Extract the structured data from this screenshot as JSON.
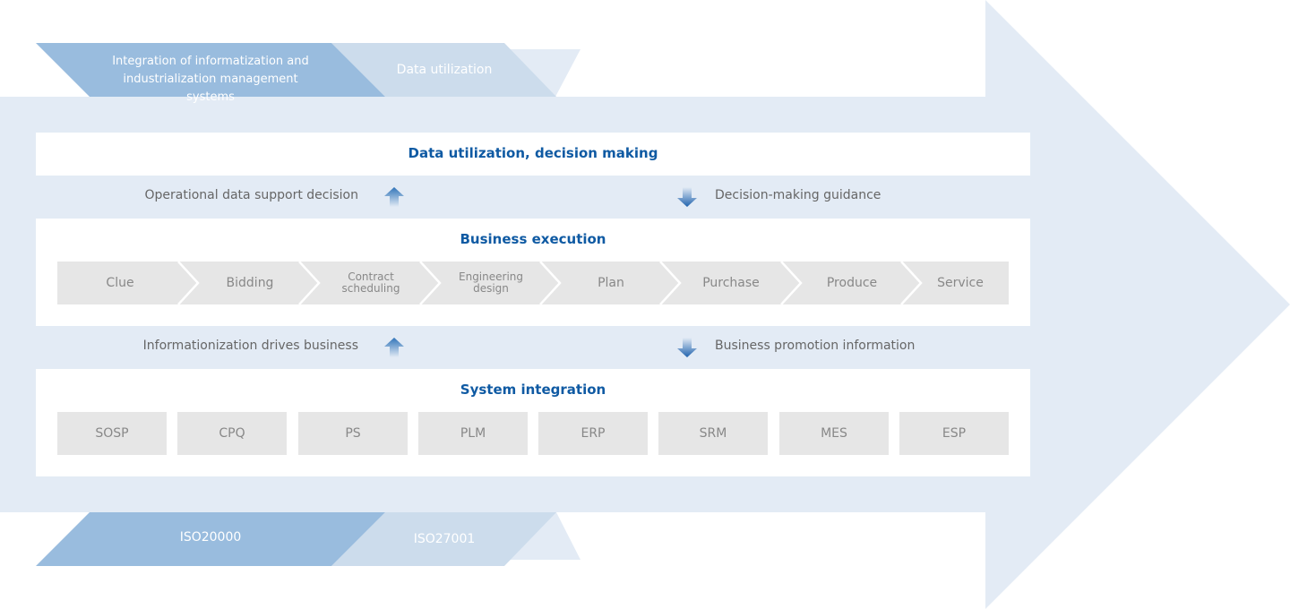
{
  "colors": {
    "arrow_body": "#e3ebf5",
    "band_dark": "#99bcde",
    "band_mid": "#ccdcec",
    "band_light": "#e3ebf5",
    "heading": "#0f5aa3",
    "box": "#e6e6e6",
    "box_text": "#888888",
    "flow_text": "#666666",
    "arrow_icon": "#2f73b8"
  },
  "top_band": {
    "primary_label": "Integration of informatization and industrialization management systems",
    "secondary_label": "Data utilization"
  },
  "bottom_band": {
    "primary_label": "ISO20000",
    "secondary_label": "ISO27001"
  },
  "sections": {
    "decision": {
      "title": "Data utilization, decision making"
    },
    "flow_upper": {
      "left_text": "Operational data support decision",
      "left_icon": "arrow-up-icon",
      "right_text": "Decision-making guidance",
      "right_icon": "arrow-down-icon"
    },
    "business": {
      "title": "Business execution",
      "steps": [
        {
          "label": "Clue"
        },
        {
          "label": "Bidding"
        },
        {
          "label": "Contract scheduling"
        },
        {
          "label": "Engineering design"
        },
        {
          "label": "Plan"
        },
        {
          "label": "Purchase"
        },
        {
          "label": "Produce"
        },
        {
          "label": "Service"
        }
      ]
    },
    "flow_lower": {
      "left_text": "Informationization drives business",
      "left_icon": "arrow-up-icon",
      "right_text": "Business promotion information",
      "right_icon": "arrow-down-icon"
    },
    "systems": {
      "title": "System integration",
      "items": [
        {
          "label": "SOSP"
        },
        {
          "label": "CPQ"
        },
        {
          "label": "PS"
        },
        {
          "label": "PLM"
        },
        {
          "label": "ERP"
        },
        {
          "label": "SRM"
        },
        {
          "label": "MES"
        },
        {
          "label": "ESP"
        }
      ]
    }
  }
}
